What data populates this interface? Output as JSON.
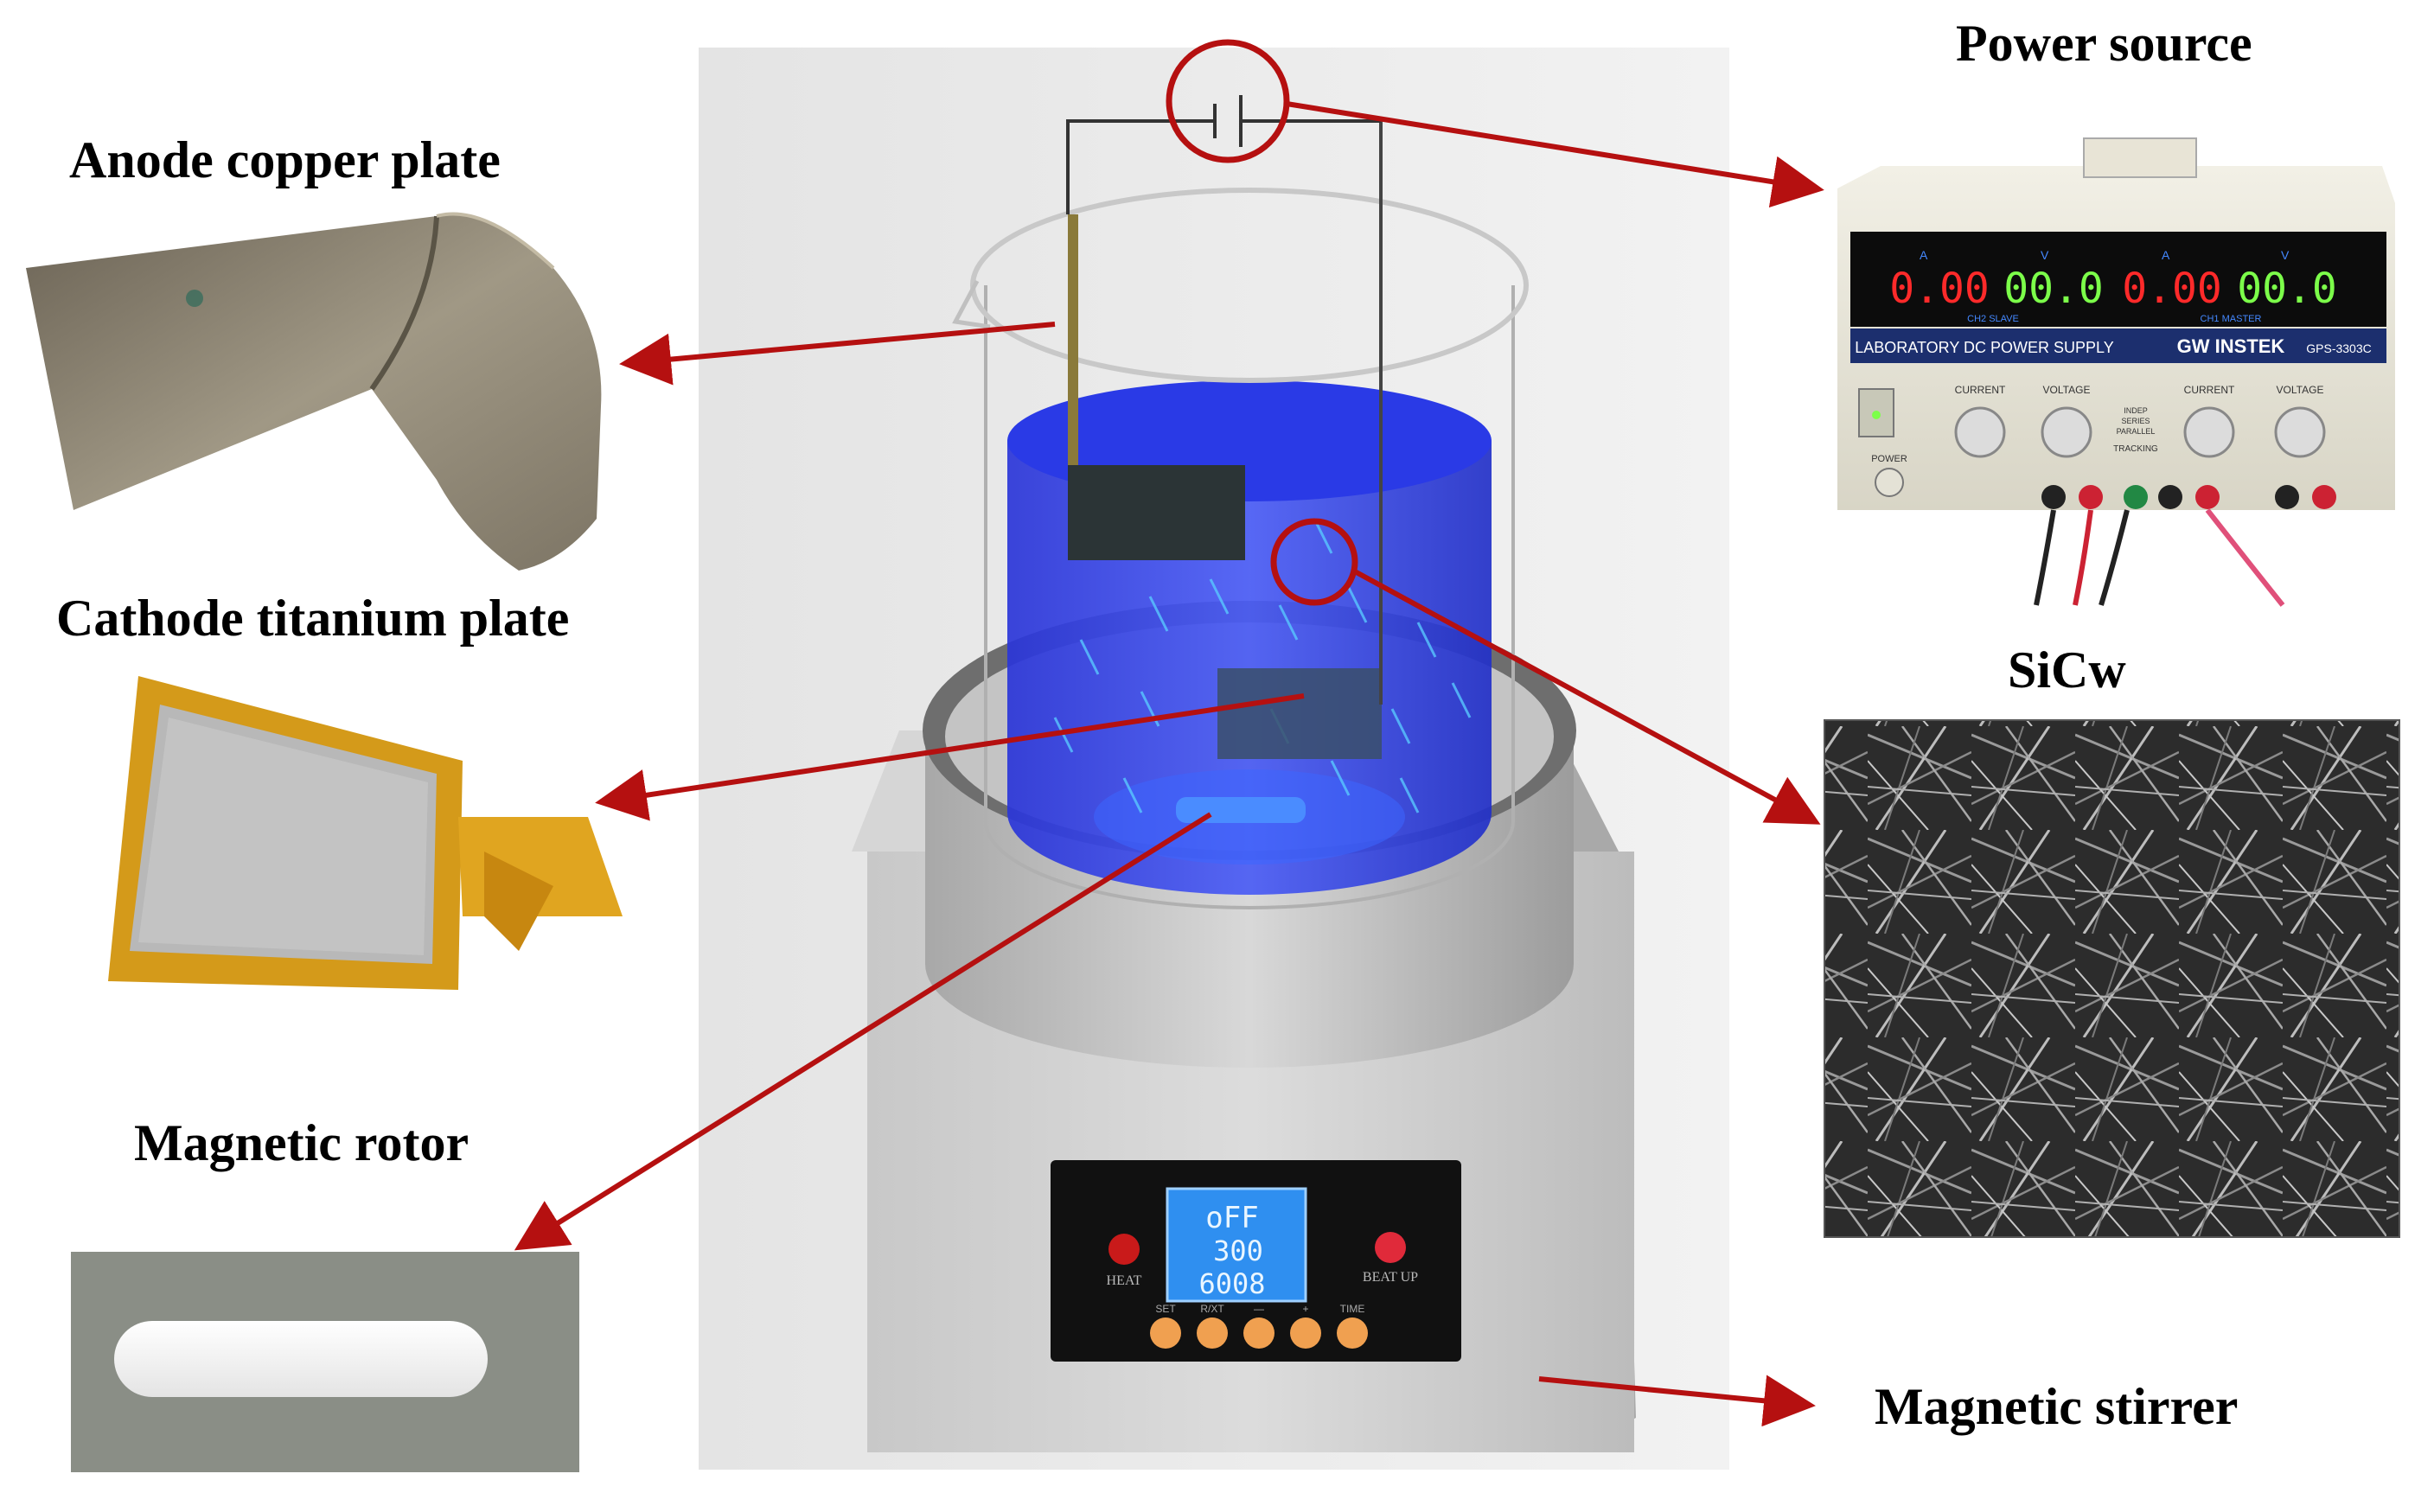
{
  "labels": {
    "power_source": "Power source",
    "anode": "Anode copper plate",
    "cathode": "Cathode titanium plate",
    "sicw": "SiCw",
    "rotor": "Magnetic rotor",
    "stirrer": "Magnetic stirrer"
  },
  "power_supply": {
    "displays": [
      "0.00",
      "00.0",
      "0.00",
      "00.0"
    ],
    "unit_letters": [
      "A",
      "V",
      "A",
      "V"
    ],
    "sub_labels": [
      "CH2 SLAVE",
      "CH1 MASTER"
    ],
    "panel_text": "LABORATORY DC POWER SUPPLY",
    "brand": "GW INSTEK",
    "model": "GPS-3303C",
    "knob_labels": [
      "CURRENT",
      "VOLTAGE",
      "CURRENT",
      "VOLTAGE"
    ],
    "mode_labels": [
      "INDEP",
      "SERIES",
      "PARALLEL",
      "TRACKING"
    ],
    "power_label": "POWER"
  },
  "stirrer_panel": {
    "lcd_lines": [
      "oFF",
      "300",
      "6008"
    ],
    "heat_label": "HEAT",
    "beat_label": "BEAT UP",
    "button_labels": [
      "SET",
      "R/XT",
      "—",
      "+",
      "TIME"
    ]
  },
  "colors": {
    "arrow": "#b51010",
    "liquid": "#1f2ee0",
    "lcd": "#2f8ff0",
    "display_red": "#ff2a2a",
    "display_green": "#7cff4a",
    "copper_tape": "#d49a1a"
  }
}
